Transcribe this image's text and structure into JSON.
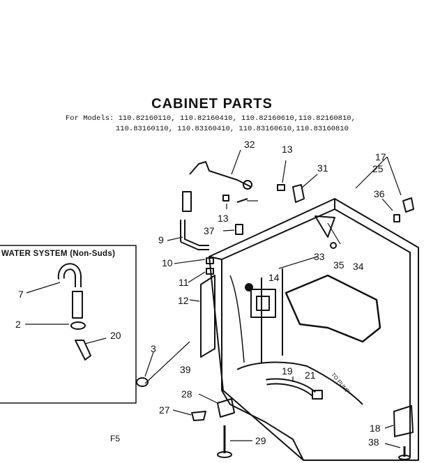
{
  "title": "CABINET PARTS",
  "models": {
    "label": "For Models:",
    "line1": "110.82160110, 110.82160410, 110.82160610,110.82160810,",
    "line2": "110.83160110, 110.83160410, 110.83160610,110.83160810"
  },
  "water_system_label": "WATER SYSTEM (Non-Suds)",
  "pump_label": "TO PUMP",
  "page_code": "F5",
  "part_numbers": {
    "p32": "32",
    "p13a": "13",
    "p31": "31",
    "p17": "17",
    "p25": "25",
    "p36": "36",
    "p13b": "13",
    "p9": "9",
    "p37": "37",
    "p33": "33",
    "p35": "35",
    "p34": "34",
    "p10": "10",
    "p11": "11",
    "p14": "14",
    "p7": "7",
    "p12": "12",
    "p2": "2",
    "p20": "20",
    "p3": "3",
    "p39": "39",
    "p19": "19",
    "p21": "21",
    "p28": "28",
    "p27": "27",
    "p18": "18",
    "p29": "29",
    "p38": "38"
  }
}
